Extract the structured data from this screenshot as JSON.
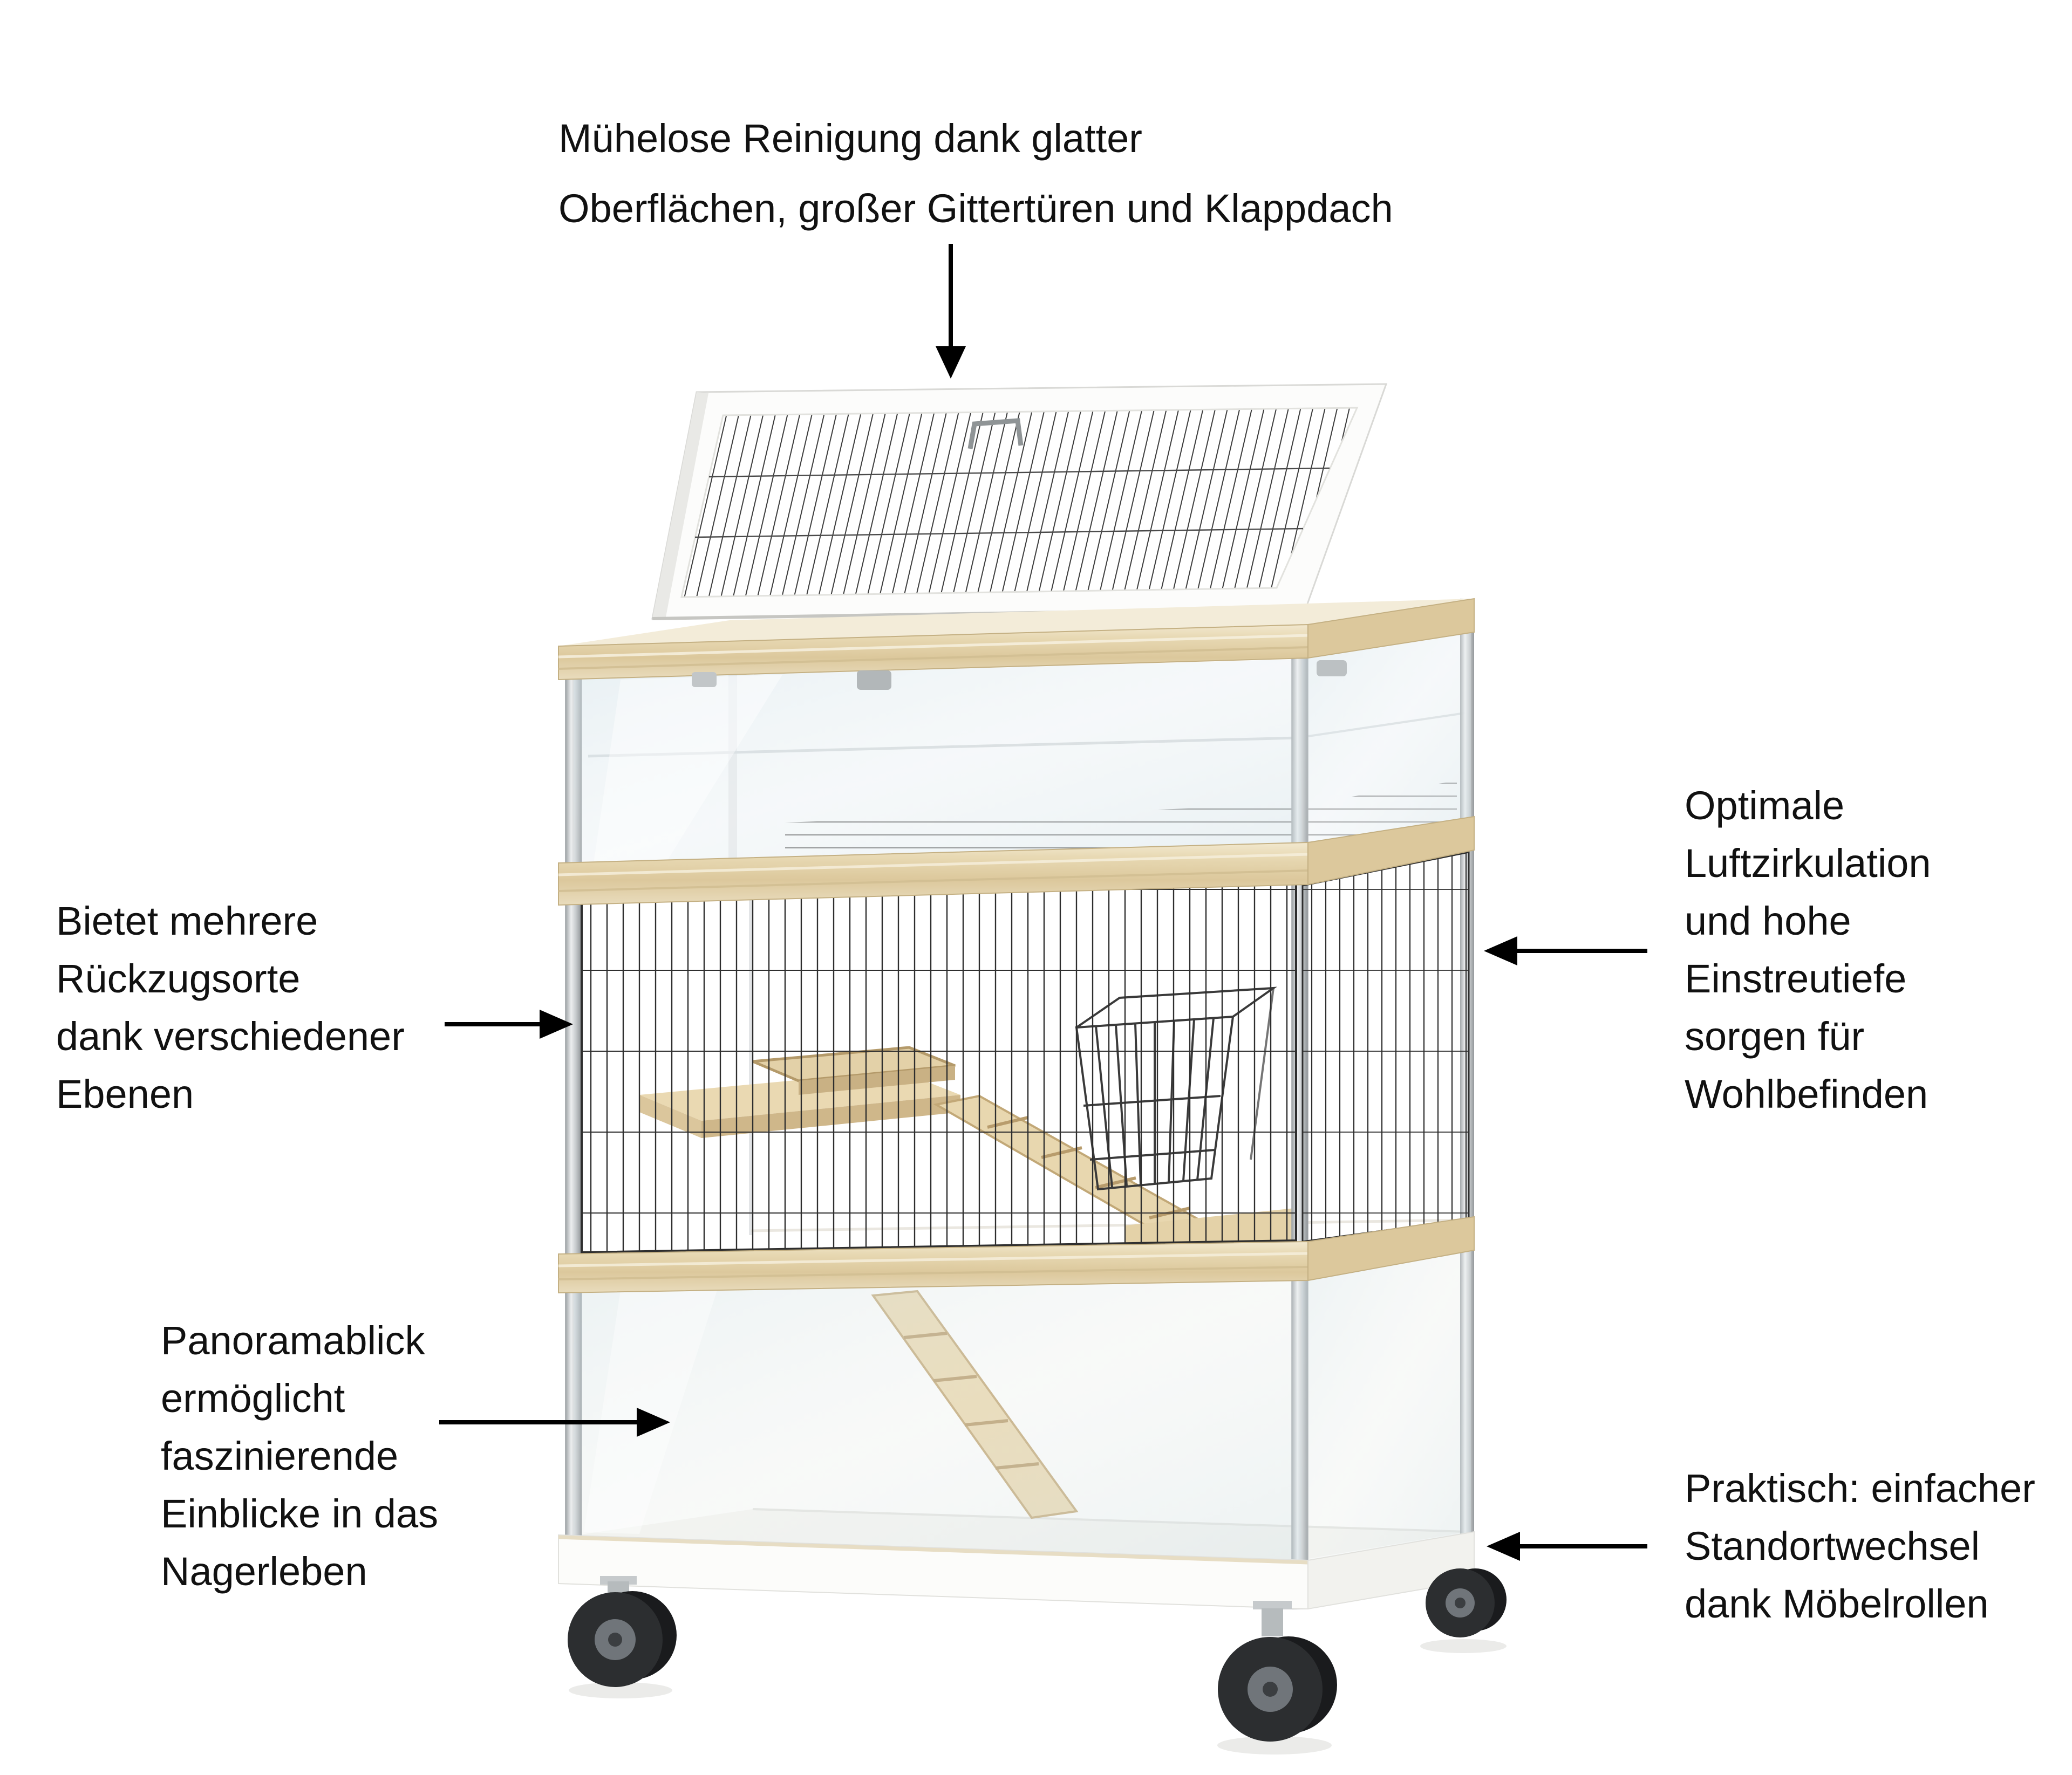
{
  "colors": {
    "bg": "#ffffff",
    "text": "#111111",
    "arrow": "#000000",
    "wood": "#e3d2ab",
    "aluminum": "#c3c7c9",
    "mesh": "#2e2e2e",
    "glass": "#e4eef2",
    "frame_white": "#fbfbfa",
    "wheel": "#2c2e30"
  },
  "annotations": {
    "cleaning": {
      "lines": [
        "Mühelose Reinigung dank glatter",
        "Oberflächen, großer Gittertüren und Klappdach"
      ]
    },
    "levels": {
      "lines": [
        "Bietet mehrere",
        "Rückzugsorte",
        "dank verschiedener",
        "Ebenen"
      ]
    },
    "airflow": {
      "lines": [
        "Optimale",
        "Luftzirkulation",
        "und hohe",
        "Einstreutiefe",
        "sorgen für",
        "Wohlbefinden"
      ]
    },
    "panorama": {
      "lines": [
        "Panoramablick",
        "ermöglicht",
        "faszinierende",
        "Einblicke in das",
        "Nagerleben"
      ]
    },
    "mobility": {
      "lines": [
        "Praktisch: einfacher",
        "Standortwechsel",
        "dank Möbelrollen"
      ]
    }
  },
  "icons": {
    "cleaning_arrow": "arrow-down",
    "levels_arrow": "arrow-right",
    "airflow_arrow": "arrow-left",
    "panorama_arrow": "arrow-right",
    "mobility_arrow": "arrow-left"
  }
}
